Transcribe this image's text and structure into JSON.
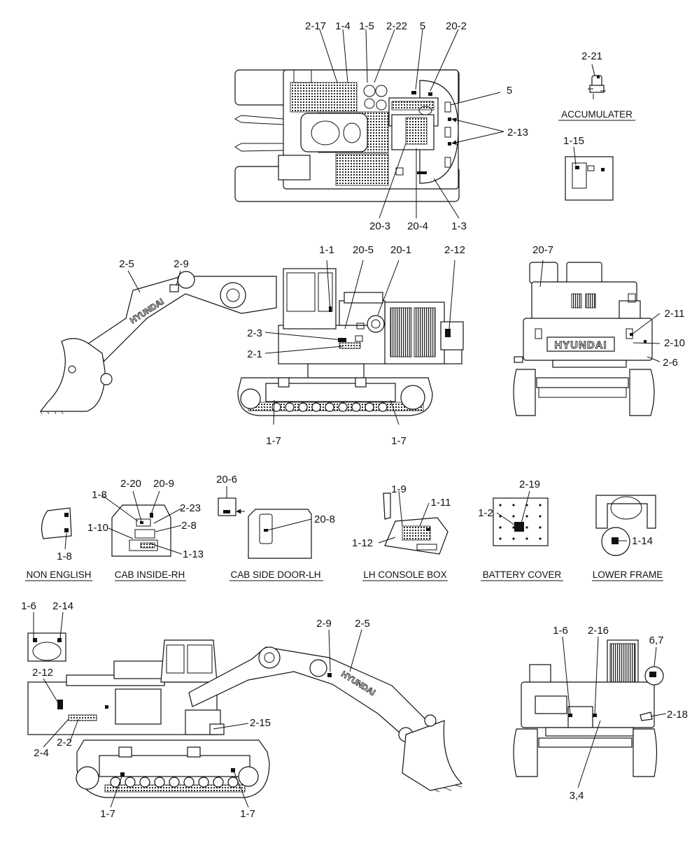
{
  "callouts": [
    {
      "id": "c_2_17_top",
      "text": "2-17"
    },
    {
      "id": "c_1_4",
      "text": "1-4"
    },
    {
      "id": "c_1_5",
      "text": "1-5"
    },
    {
      "id": "c_2_22",
      "text": "2-22"
    },
    {
      "id": "c_5_a",
      "text": "5"
    },
    {
      "id": "c_20_2",
      "text": "20-2"
    },
    {
      "id": "c_5_b",
      "text": "5"
    },
    {
      "id": "c_2_13",
      "text": "2-13"
    },
    {
      "id": "c_20_3",
      "text": "20-3"
    },
    {
      "id": "c_20_4",
      "text": "20-4"
    },
    {
      "id": "c_1_3",
      "text": "1-3"
    },
    {
      "id": "c_2_21",
      "text": "2-21"
    },
    {
      "id": "c_1_15",
      "text": "1-15"
    },
    {
      "id": "c_1_1",
      "text": "1-1"
    },
    {
      "id": "c_20_5",
      "text": "20-5"
    },
    {
      "id": "c_20_1",
      "text": "20-1"
    },
    {
      "id": "c_2_12_a",
      "text": "2-12"
    },
    {
      "id": "c_2_5_a",
      "text": "2-5"
    },
    {
      "id": "c_2_9_a",
      "text": "2-9"
    },
    {
      "id": "c_2_3",
      "text": "2-3"
    },
    {
      "id": "c_2_1",
      "text": "2-1"
    },
    {
      "id": "c_1_7_a",
      "text": "1-7"
    },
    {
      "id": "c_1_7_b",
      "text": "1-7"
    },
    {
      "id": "c_20_7",
      "text": "20-7"
    },
    {
      "id": "c_2_11",
      "text": "2-11"
    },
    {
      "id": "c_2_10",
      "text": "2-10"
    },
    {
      "id": "c_2_6",
      "text": "2-6"
    },
    {
      "id": "c_1_8_a",
      "text": "1-8"
    },
    {
      "id": "c_1_8_b",
      "text": "1-8"
    },
    {
      "id": "c_2_20",
      "text": "2-20"
    },
    {
      "id": "c_20_9",
      "text": "20-9"
    },
    {
      "id": "c_2_23",
      "text": "2-23"
    },
    {
      "id": "c_1_10",
      "text": "1-10"
    },
    {
      "id": "c_2_8",
      "text": "2-8"
    },
    {
      "id": "c_1_13",
      "text": "1-13"
    },
    {
      "id": "c_20_6",
      "text": "20-6"
    },
    {
      "id": "c_20_8",
      "text": "20-8"
    },
    {
      "id": "c_1_9",
      "text": "1-9"
    },
    {
      "id": "c_1_11",
      "text": "1-11"
    },
    {
      "id": "c_1_12",
      "text": "1-12"
    },
    {
      "id": "c_2_19",
      "text": "2-19"
    },
    {
      "id": "c_1_2",
      "text": "1-2"
    },
    {
      "id": "c_1_14",
      "text": "1-14"
    },
    {
      "id": "c_1_6_a",
      "text": "1-6"
    },
    {
      "id": "c_2_14",
      "text": "2-14"
    },
    {
      "id": "c_2_12_b",
      "text": "2-12"
    },
    {
      "id": "c_2_9_b",
      "text": "2-9"
    },
    {
      "id": "c_2_5_b",
      "text": "2-5"
    },
    {
      "id": "c_2_15",
      "text": "2-15"
    },
    {
      "id": "c_2_4",
      "text": "2-4"
    },
    {
      "id": "c_2_2",
      "text": "2-2"
    },
    {
      "id": "c_1_7_c",
      "text": "1-7"
    },
    {
      "id": "c_1_7_d",
      "text": "1-7"
    },
    {
      "id": "c_1_6_b",
      "text": "1-6"
    },
    {
      "id": "c_2_16",
      "text": "2-16"
    },
    {
      "id": "c_6_7",
      "text": "6,7"
    },
    {
      "id": "c_2_18",
      "text": "2-18"
    },
    {
      "id": "c_3_4",
      "text": "3,4"
    }
  ],
  "captions": {
    "accumulater": "ACCUMULATER",
    "non_english": "NON ENGLISH",
    "cab_inside_rh": "CAB INSIDE-RH",
    "cab_side_door_lh": "CAB SIDE DOOR-LH",
    "lh_console_box": "LH CONSOLE BOX",
    "battery_cover": "BATTERY COVER",
    "lower_frame": "LOWER FRAME"
  },
  "brand": {
    "rear_plate": "HYUNDAI",
    "boom_lh": "HYUNDAI",
    "boom_rh": "HYUNDAI"
  }
}
